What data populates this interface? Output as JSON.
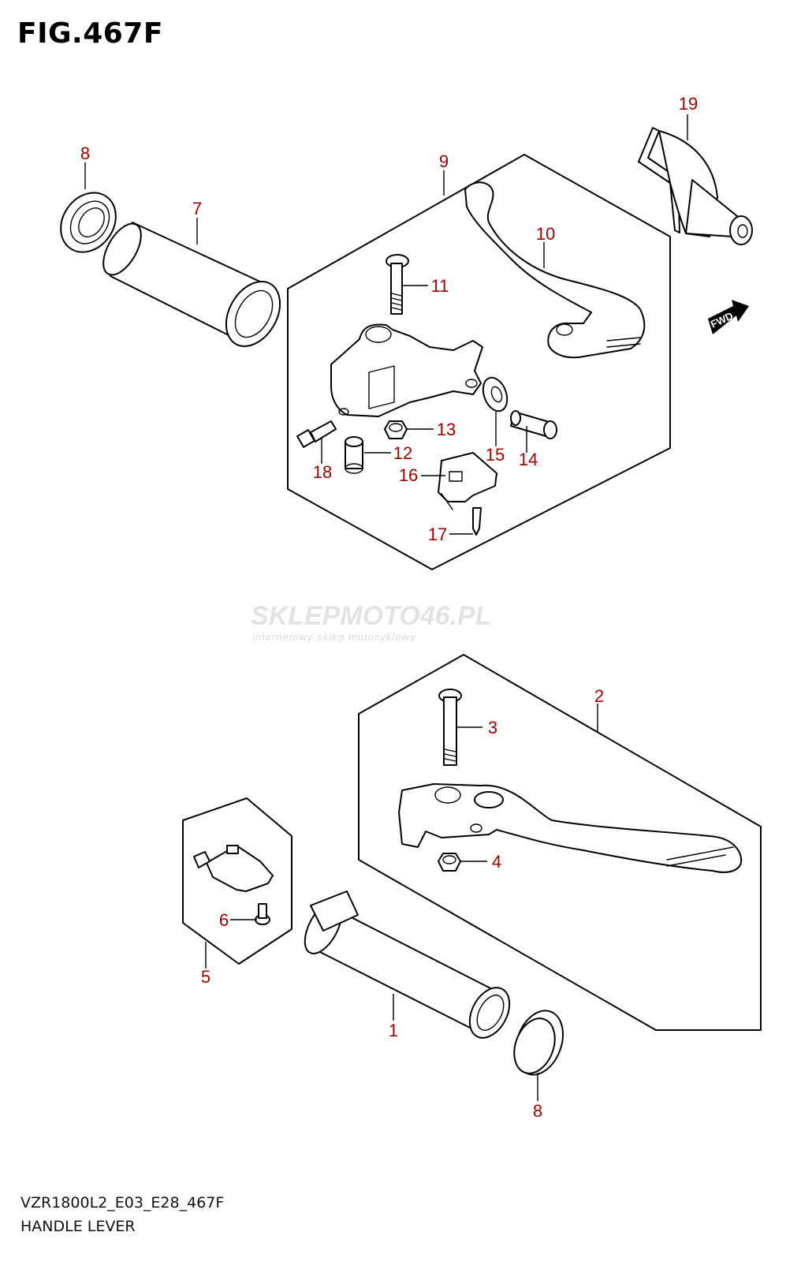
{
  "figure": {
    "title": "FIG.467F",
    "code": "VZR1800L2_E03_E28_467F",
    "name": "HANDLE LEVER"
  },
  "callouts": [
    "1",
    "2",
    "3",
    "4",
    "5",
    "6",
    "7",
    "8",
    "9",
    "10",
    "11",
    "12",
    "13",
    "14",
    "15",
    "16",
    "17",
    "18",
    "19"
  ],
  "fwd_label": "FWD",
  "watermark": {
    "brand_a": "SKLEPMOTO",
    "brand_b": "46",
    "brand_c": ".PL",
    "tagline": "internetowy sklep motocyklowy"
  },
  "colors": {
    "callout": "#a40000",
    "line": "#000000"
  }
}
